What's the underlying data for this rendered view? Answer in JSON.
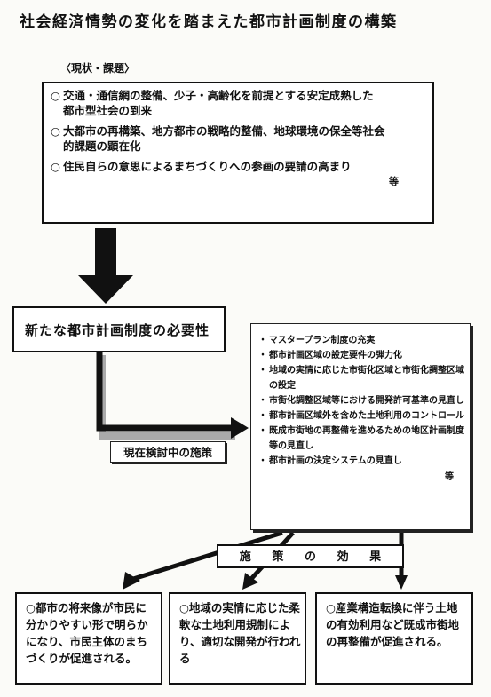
{
  "title": "社会経済情勢の変化を踏まえた都市計画制度の構築",
  "current_label": "〈現状・課題〉",
  "current_items": [
    {
      "mark": "○",
      "line1": "交通・通信網の整備、少子・高齢化を前提とする安定成熟した",
      "line2": "都市型社会の到来"
    },
    {
      "mark": "○",
      "line1": "大都市の再構築、地方都市の戦略的整備、地球環境の保全等社会",
      "line2": "的課題の顕在化"
    },
    {
      "mark": "○",
      "line1": "住民自らの意思によるまちづくりへの参画の要請の高まり",
      "line2": ""
    }
  ],
  "current_etc": "等",
  "need_label": "新たな都市計画制度の必要性",
  "considering_label": "現在検討中の施策",
  "measures": [
    {
      "dot": "・",
      "text": "マスタープラン制度の充実"
    },
    {
      "dot": "・",
      "text": "都市計画区域の設定要件の弾力化"
    },
    {
      "dot": "・",
      "text": "地域の実情に応じた市街化区域と市街化調整区域の設定"
    },
    {
      "dot": "・",
      "text": "市街化調整区域等における開発許可基準の見直し"
    },
    {
      "dot": "・",
      "text": "都市計画区域外を含めた土地利用のコントロール"
    },
    {
      "dot": "・",
      "text": "既成市街地の再整備を進めるための地区計画制度等の見直し"
    },
    {
      "dot": "・",
      "text": "都市計画の決定システムの見直し"
    }
  ],
  "measures_etc": "等",
  "effects_label": [
    "施",
    "策",
    "の",
    "効",
    "果"
  ],
  "effects": [
    "○都市の将来像が市民に分かりやすい形で明らかになり、市民主体のまちづくりが促進される。",
    "○地域の実情に応じた柔軟な土地利用規制により、適切な開発が行われる",
    "○産業構造転換に伴う土地の有効利用など既成市街地の再整備が促進される。"
  ]
}
